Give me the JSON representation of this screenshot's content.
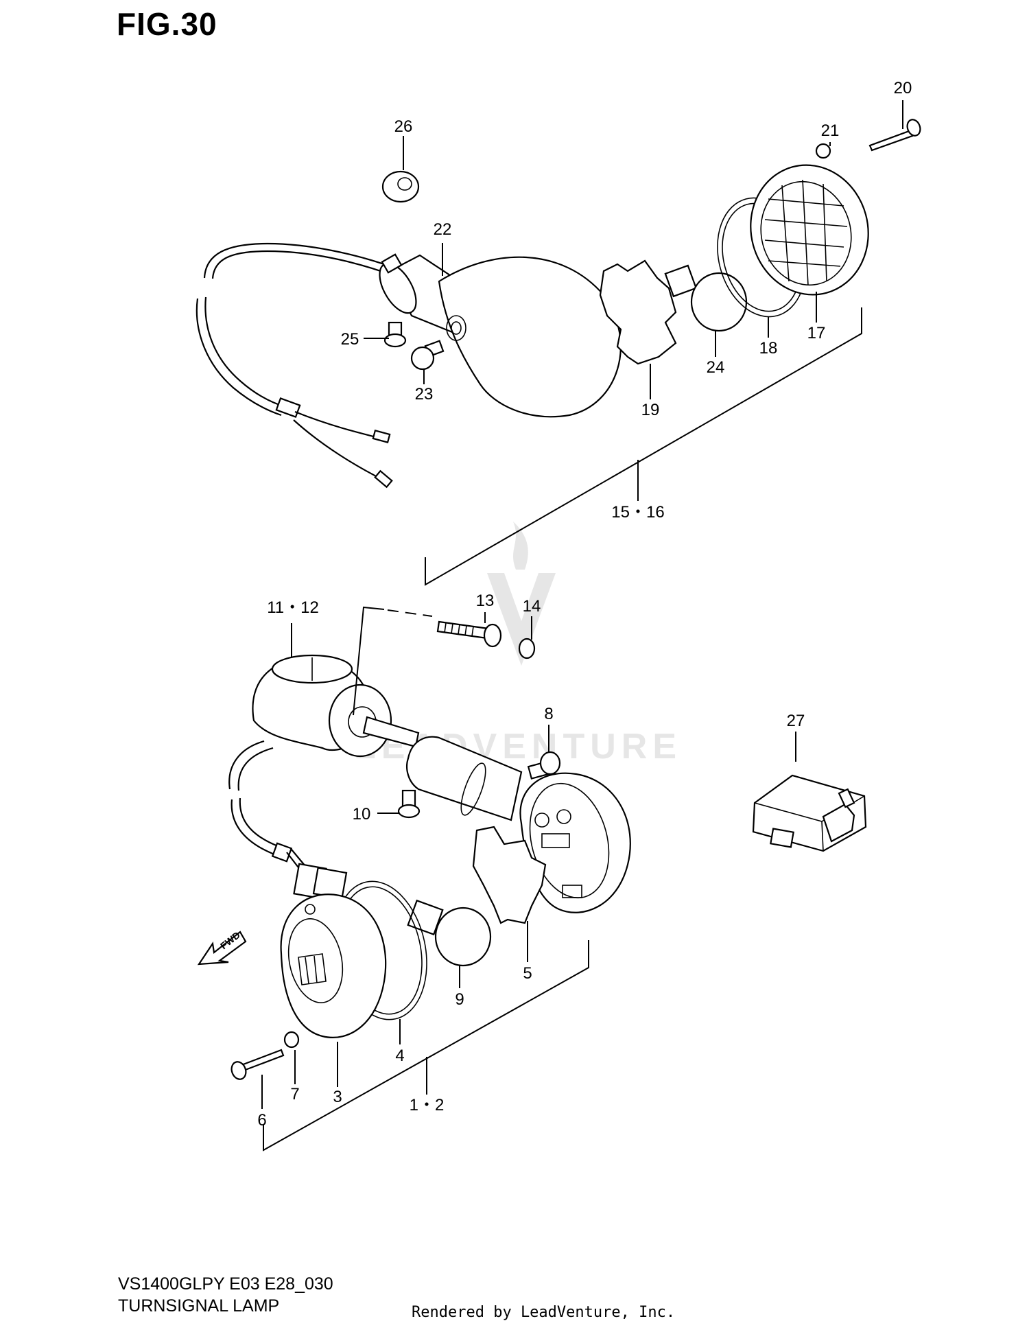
{
  "figure": {
    "title": "FIG.30",
    "model_code": "VS1400GLPY E03 E28_030",
    "section_name": "TURNSIGNAL LAMP",
    "credit": "Rendered by LeadVenture, Inc.",
    "watermark": "LEADVENTURE",
    "fwd_label": "FWD"
  },
  "callouts": [
    {
      "id": "20",
      "label": "20"
    },
    {
      "id": "21",
      "label": "21"
    },
    {
      "id": "26",
      "label": "26"
    },
    {
      "id": "22",
      "label": "22"
    },
    {
      "id": "25",
      "label": "25"
    },
    {
      "id": "23",
      "label": "23"
    },
    {
      "id": "24",
      "label": "24"
    },
    {
      "id": "18",
      "label": "18"
    },
    {
      "id": "17",
      "label": "17"
    },
    {
      "id": "19",
      "label": "19"
    },
    {
      "id": "15-16",
      "label": "15・16"
    },
    {
      "id": "11-12",
      "label": "11・12"
    },
    {
      "id": "13",
      "label": "13"
    },
    {
      "id": "14",
      "label": "14"
    },
    {
      "id": "8",
      "label": "8"
    },
    {
      "id": "27",
      "label": "27"
    },
    {
      "id": "10",
      "label": "10"
    },
    {
      "id": "5",
      "label": "5"
    },
    {
      "id": "9",
      "label": "9"
    },
    {
      "id": "4",
      "label": "4"
    },
    {
      "id": "3",
      "label": "3"
    },
    {
      "id": "7",
      "label": "7"
    },
    {
      "id": "6",
      "label": "6"
    },
    {
      "id": "1-2",
      "label": "1・2"
    }
  ]
}
